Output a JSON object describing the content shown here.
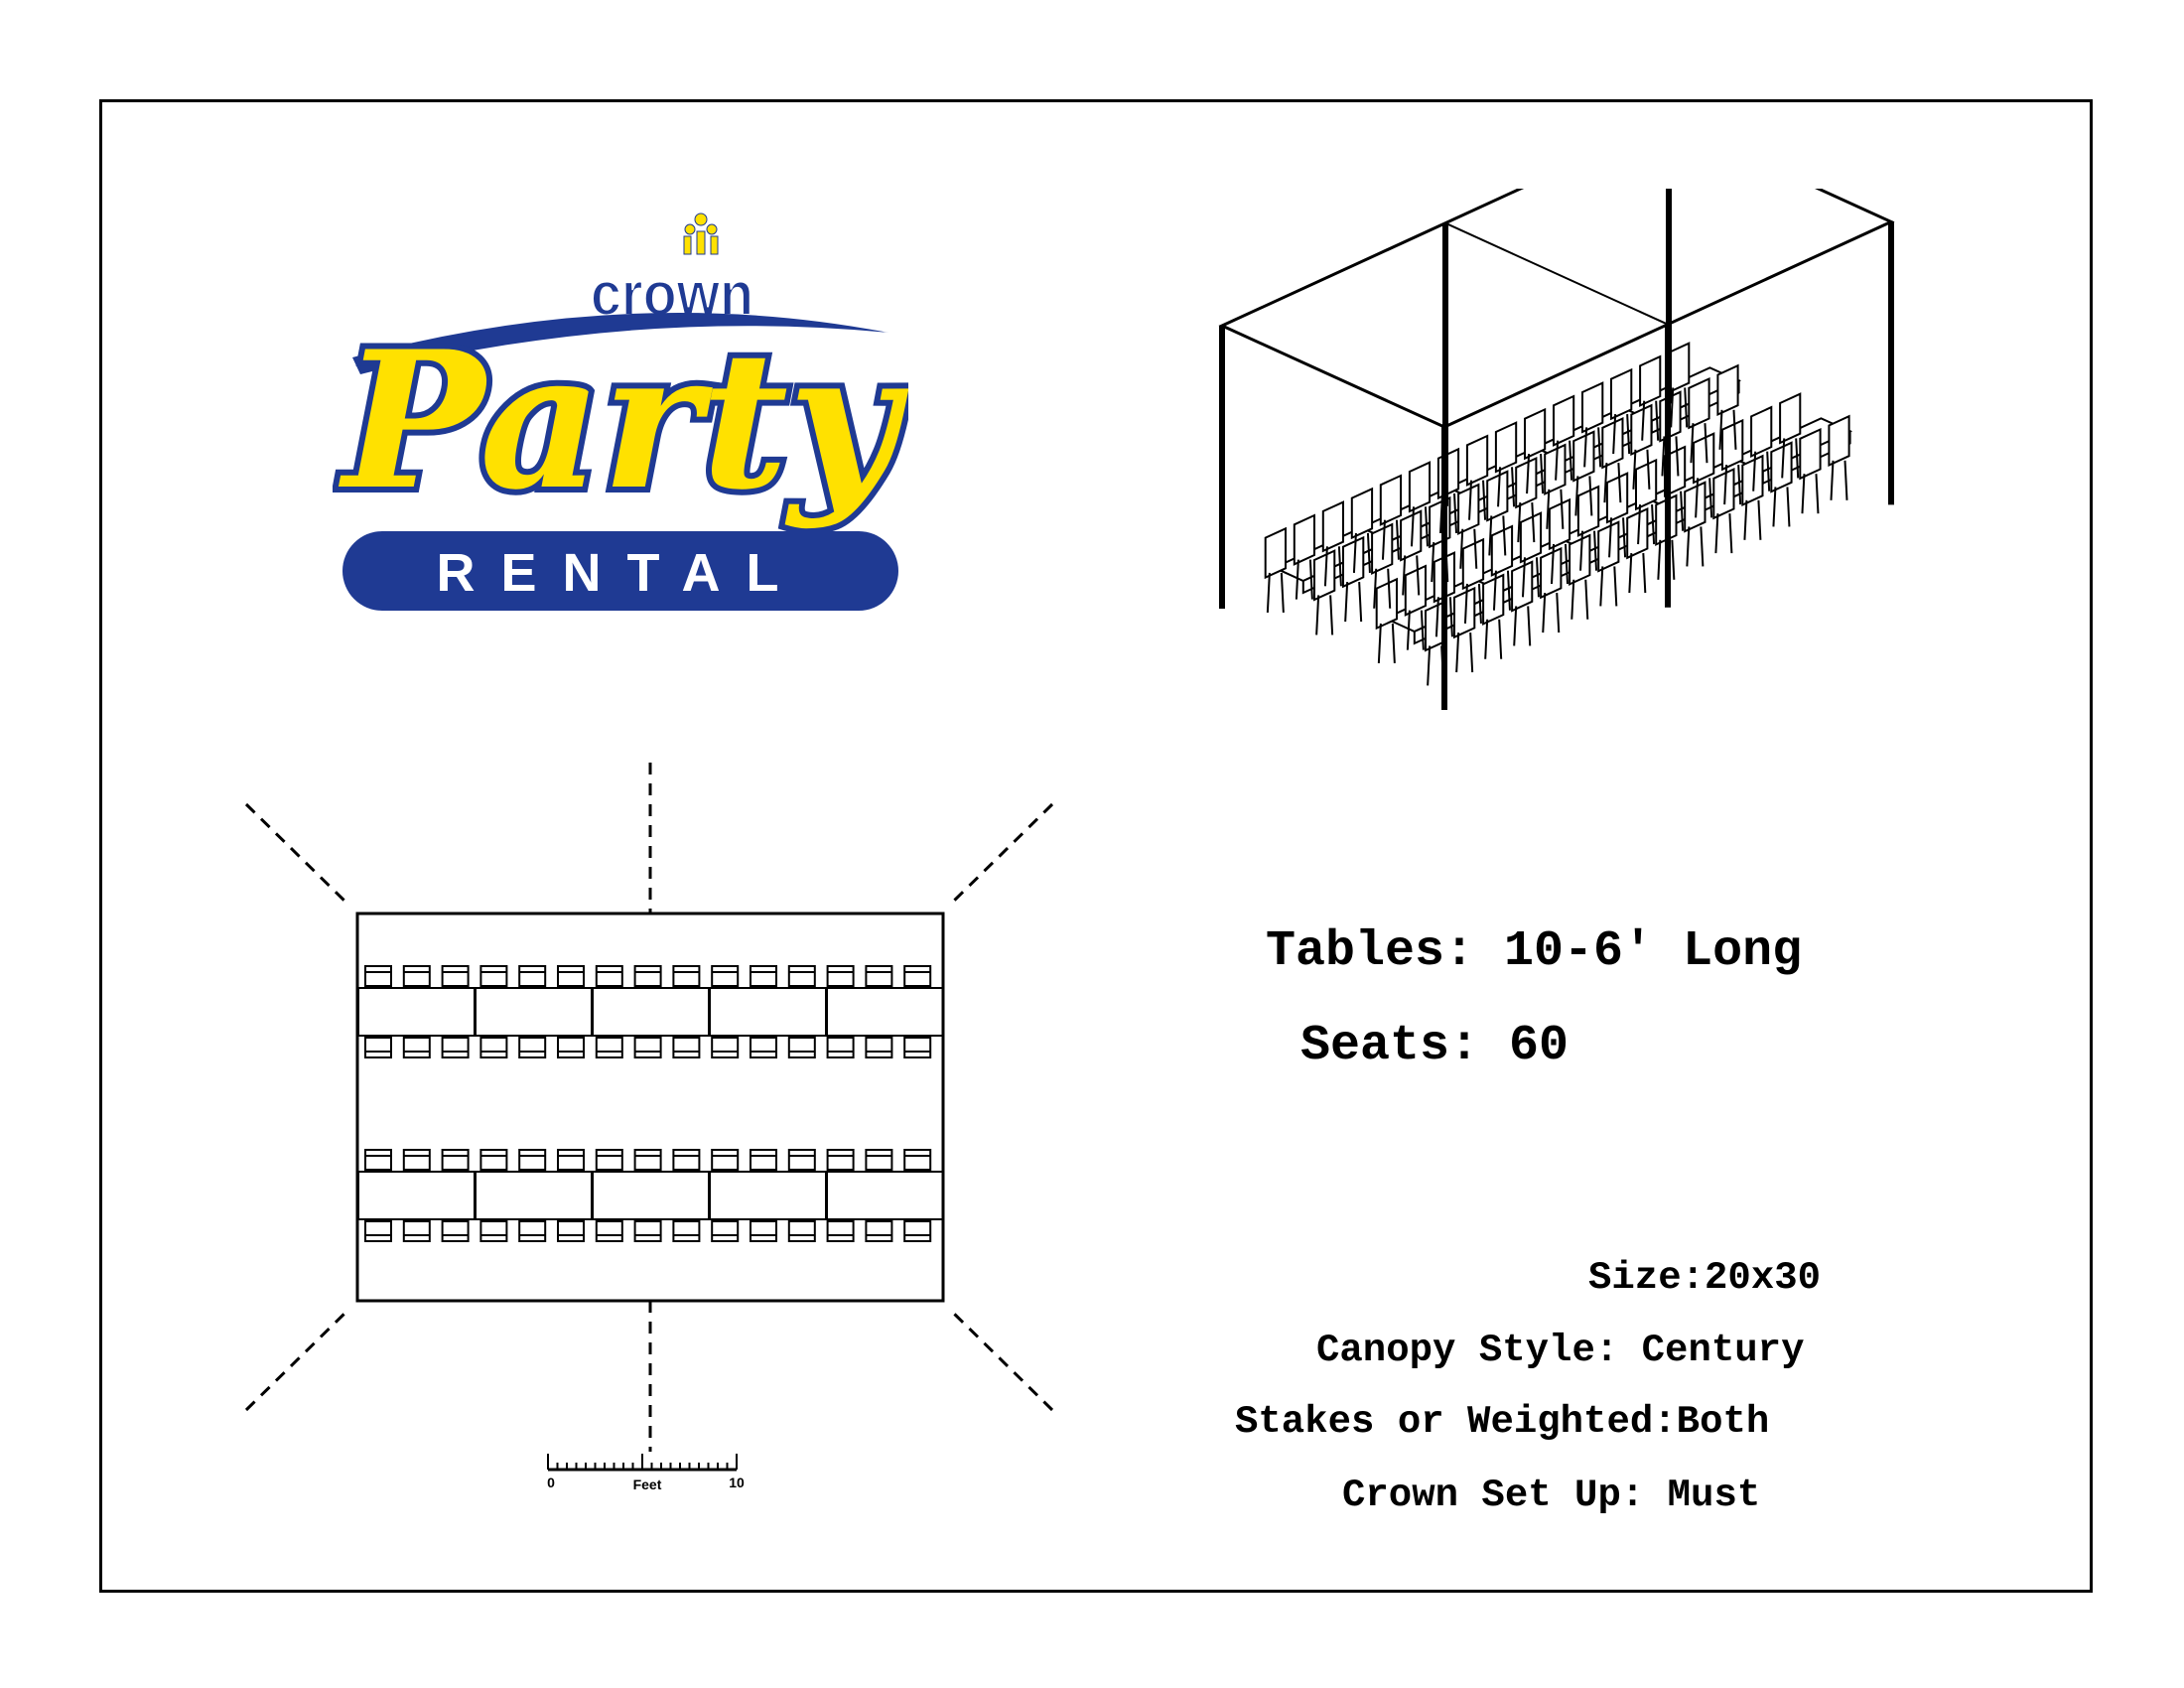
{
  "logo": {
    "top": "crown",
    "main": "Party",
    "bottom": "RENTAL",
    "colors": {
      "blue": "#1f3a93",
      "yellow": "#ffe100"
    }
  },
  "specs": {
    "tables": "Tables: 10-6' Long",
    "seats": "Seats: 60",
    "size": "Size:20x30",
    "canopy": "Canopy Style: Century",
    "stakes": "Stakes or Weighted:Both",
    "setup": "Crown Set Up: Must"
  },
  "scale": {
    "start": "0",
    "label": "Feet",
    "end": "10"
  },
  "layout": {
    "rows": 2,
    "tables_per_row": 5,
    "chairs_per_side": 15
  }
}
